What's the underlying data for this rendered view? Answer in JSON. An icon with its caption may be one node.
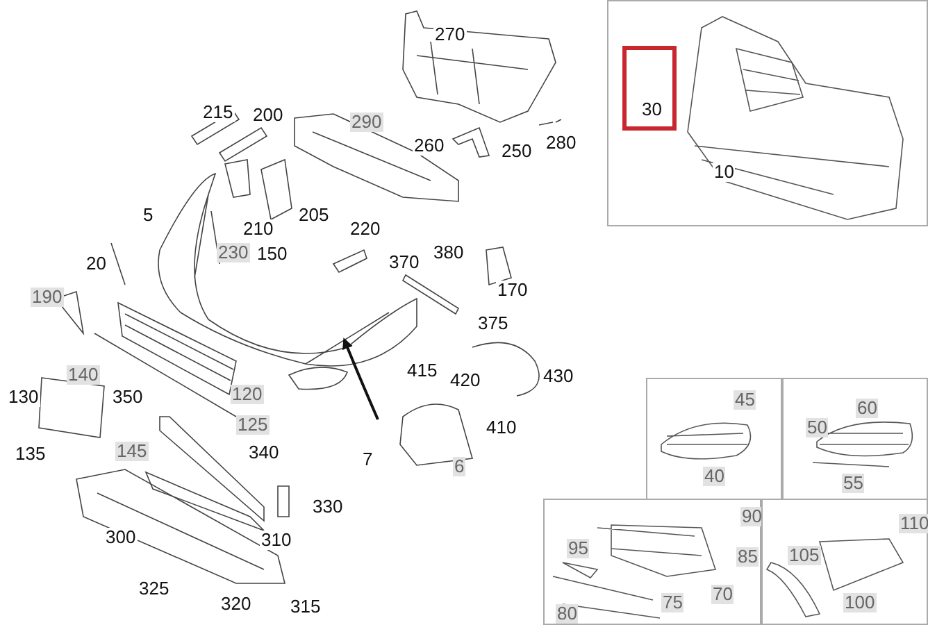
{
  "diagram": {
    "nodes": [
      {
        "text": [
          "10"
        ]
      },
      {
        "text": [
          "30"
        ],
        "in": 0
      },
      {
        "text": [
          "45",
          "40"
        ]
      },
      {
        "text": [
          "60",
          "50",
          "55"
        ]
      },
      {
        "text": [
          "95",
          "90",
          "85",
          "75",
          "70",
          "80"
        ]
      },
      {
        "text": [
          "110",
          "105",
          "100"
        ]
      }
    ],
    "labels": [
      "270",
      "215",
      "200",
      "290",
      "260",
      "250",
      "280",
      "5",
      "210",
      "205",
      "220",
      "230",
      "150",
      "370",
      "380",
      "20",
      "170",
      "190",
      "375",
      "415",
      "420",
      "430",
      "130",
      "140",
      "350",
      "120",
      "125",
      "410",
      "135",
      "145",
      "340",
      "7",
      "6",
      "330",
      "300",
      "310",
      "325",
      "320",
      "315"
    ]
  }
}
